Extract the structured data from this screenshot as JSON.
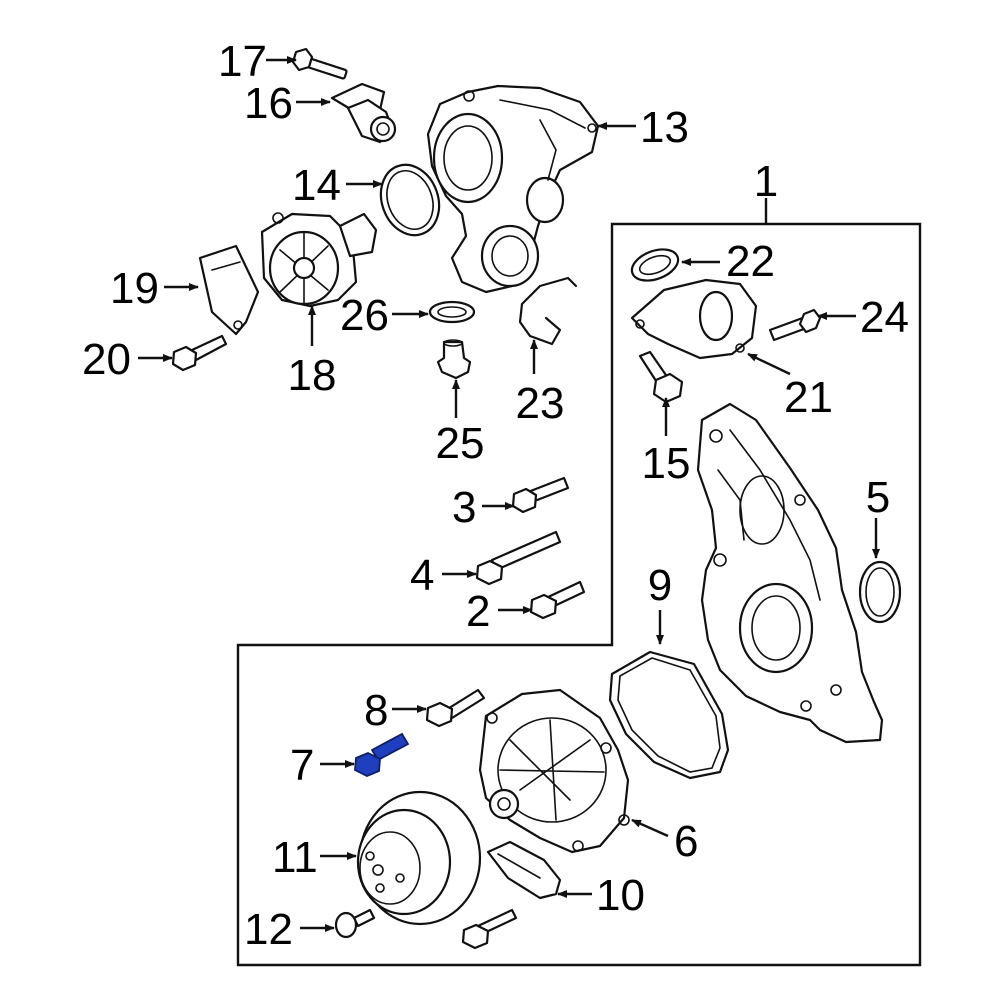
{
  "colors": {
    "line": "#111111",
    "highlight": "#1f3fbf",
    "background": "#ffffff"
  },
  "highlighted_part": "7",
  "callouts": {
    "c1": "1",
    "c2": "2",
    "c3": "3",
    "c4": "4",
    "c5": "5",
    "c6": "6",
    "c7": "7",
    "c8": "8",
    "c9": "9",
    "c10": "10",
    "c11": "11",
    "c12": "12",
    "c13": "13",
    "c14": "14",
    "c15": "15",
    "c16": "16",
    "c17": "17",
    "c18": "18",
    "c19": "19",
    "c20": "20",
    "c21": "21",
    "c22": "22",
    "c23": "23",
    "c24": "24",
    "c25": "25",
    "c26": "26"
  }
}
